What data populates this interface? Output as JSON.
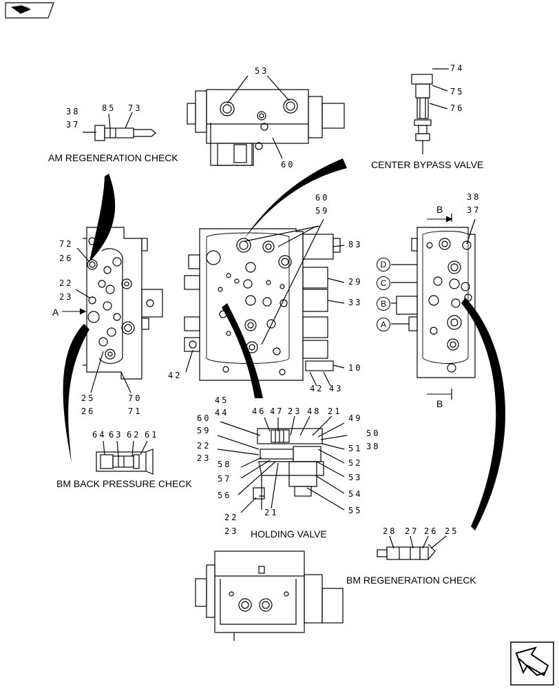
{
  "titles": {
    "am_regen": "AM REGENERATION CHECK",
    "center_bypass": "CENTER BYPASS VALVE",
    "bm_back_pressure": "BM BACK PRESSURE CHECK",
    "holding_valve": "HOLDING VALVE",
    "bm_regen": "BM REGENERATION CHECK"
  },
  "section_markers": {
    "a": "A",
    "b_top": "B",
    "b_bottom": "B"
  },
  "ports": [
    "D",
    "C",
    "B",
    "A"
  ],
  "callouts": {
    "top_53": "53",
    "top_60": "60",
    "am_38": "38",
    "am_37": "37",
    "am_85": "85",
    "am_73": "73",
    "cb_74": "74",
    "cb_75": "75",
    "cb_76": "76",
    "left_72": "72",
    "left_26": "26",
    "left_22": "22",
    "left_23": "23",
    "left_25": "25",
    "left_26b": "26",
    "left_70": "70",
    "left_71": "71",
    "mid_60": "60",
    "mid_59": "59",
    "mid_83": "83",
    "mid_29": "29",
    "mid_33": "33",
    "mid_10": "10",
    "mid_42": "42",
    "mid_43": "43",
    "mid_42b": "42",
    "right_38": "38",
    "right_37": "37",
    "hv_45": "45",
    "hv_44": "44",
    "hv_60": "60",
    "hv_59": "59",
    "hv_22": "22",
    "hv_23": "23",
    "hv_46": "46",
    "hv_47": "47",
    "hv_23b": "23",
    "hv_48": "48",
    "hv_21": "21",
    "hv_49": "49",
    "hv_50": "50",
    "hv_38": "38",
    "hv_51": "51",
    "hv_52": "52",
    "hv_53": "53",
    "hv_54": "54",
    "hv_55": "55",
    "hv_58": "58",
    "hv_57": "57",
    "hv_56": "56",
    "hv_21b": "21",
    "hv_22b": "22",
    "hv_23c": "23",
    "bbp_64": "64",
    "bbp_63": "63",
    "bbp_62": "62",
    "bbp_61": "61",
    "br_28": "28",
    "br_27": "27",
    "br_26": "26",
    "br_25": "25"
  },
  "icons": {
    "top_left": "back-book-icon",
    "bottom_right": "next-page-arrow-icon"
  }
}
